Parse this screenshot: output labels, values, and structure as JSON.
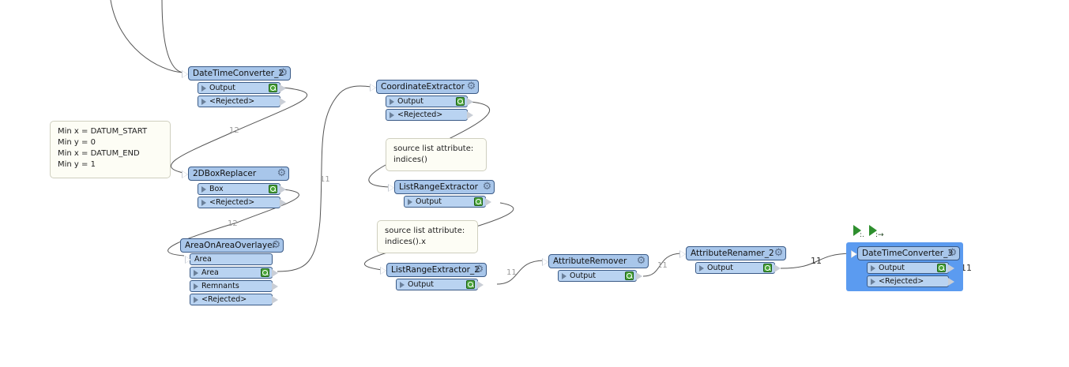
{
  "canvas": {
    "annotations": [
      {
        "id": "note1",
        "lines": [
          "Min x = DATUM_START",
          "Min y = 0",
          "Min x = DATUM_END",
          "Min y = 1"
        ]
      },
      {
        "id": "note2",
        "lines": [
          "source list attribute:",
          "indices()"
        ]
      },
      {
        "id": "note3",
        "lines": [
          "source list attribute:",
          "indices().x"
        ]
      }
    ],
    "counts": {
      "c1": "12",
      "c2": "12",
      "c3": "11",
      "c4": "11",
      "c5": "11",
      "c6": "11",
      "c7": "11"
    },
    "toolbar": {
      "run_to_this": "run-to-this-icon",
      "run_from_this": "run-from-this-icon"
    }
  },
  "transformers": {
    "datetime2": {
      "title": "DateTimeConverter_2",
      "ports": [
        "Output",
        "<Rejected>"
      ]
    },
    "boxreplacer": {
      "title": "2DBoxReplacer",
      "ports": [
        "Box",
        "<Rejected>"
      ]
    },
    "areaoverlayer": {
      "title": "AreaOnAreaOverlayer",
      "input": "Area",
      "ports": [
        "Area",
        "Remnants",
        "<Rejected>"
      ]
    },
    "coordextractor": {
      "title": "CoordinateExtractor",
      "ports": [
        "Output",
        "<Rejected>"
      ]
    },
    "listrange": {
      "title": "ListRangeExtractor",
      "ports": [
        "Output"
      ]
    },
    "listrange2": {
      "title": "ListRangeExtractor_2",
      "ports": [
        "Output"
      ]
    },
    "attrremover": {
      "title": "AttributeRemover",
      "ports": [
        "Output"
      ]
    },
    "attrrenamer": {
      "title": "AttributeRenamer_2",
      "ports": [
        "Output"
      ]
    },
    "datetime3": {
      "title": "DateTimeConverter_3",
      "ports": [
        "Output",
        "<Rejected>"
      ]
    }
  },
  "colors": {
    "node_header": "#a8c6ea",
    "port": "#b9d3f1",
    "selection": "#5b9bf0",
    "inspect": "#4aa53a"
  }
}
